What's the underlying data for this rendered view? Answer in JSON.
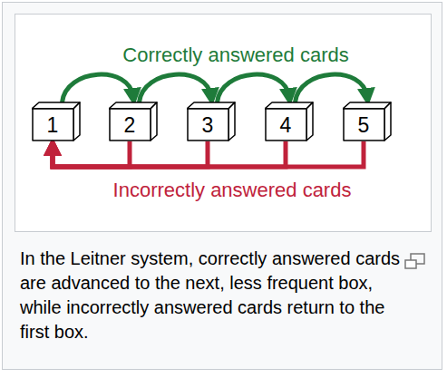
{
  "diagram": {
    "caption": "In the Leitner system, correctly answered cards are advanced to the next, less frequent box, while incorrectly answered cards return to the first box.",
    "nodes": [
      {
        "text": [
          "1"
        ]
      },
      {
        "text": [
          "2"
        ]
      },
      {
        "text": [
          "3"
        ]
      },
      {
        "text": [
          "4"
        ]
      },
      {
        "text": [
          "5"
        ]
      }
    ],
    "edges": [
      {
        "from": 0,
        "to": 1,
        "arrow": "to"
      },
      {
        "from": 1,
        "to": 2,
        "arrow": "to"
      },
      {
        "from": 2,
        "to": 3,
        "arrow": "to"
      },
      {
        "from": 3,
        "to": 4,
        "arrow": "to"
      },
      {
        "from": 1,
        "to": 0,
        "arrow": "to"
      },
      {
        "from": 2,
        "to": 0,
        "arrow": "to"
      },
      {
        "from": 3,
        "to": 0,
        "arrow": "to"
      },
      {
        "from": 4,
        "to": 0,
        "arrow": "to"
      }
    ],
    "labels": [
      "Correctly answered cards",
      "Incorrectly answered cards"
    ]
  }
}
